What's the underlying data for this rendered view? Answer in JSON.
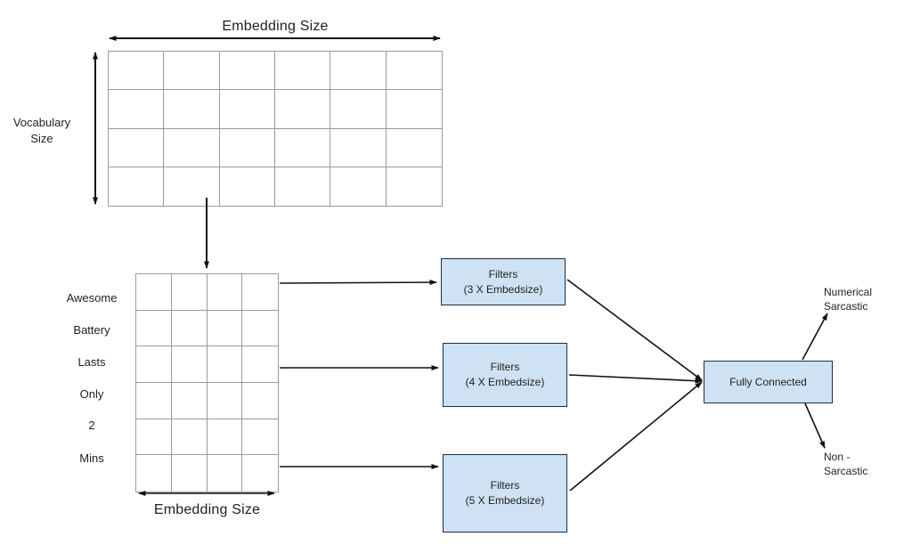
{
  "diagram": {
    "embedding_matrix": {
      "top_label": "Embedding Size",
      "side_label_line1": "Vocabulary",
      "side_label_line2": "Size",
      "cols": 6,
      "rows": 4
    },
    "sentence_matrix": {
      "bottom_label": "Embedding Size",
      "cols": 4,
      "rows": 6,
      "words": [
        "Awesome",
        "Battery",
        "Lasts",
        "Only",
        "2",
        "Mins"
      ]
    },
    "filter_boxes": [
      {
        "title": "Filters",
        "subtitle": "(3 X  Embedsize)"
      },
      {
        "title": "Filters",
        "subtitle": "(4 X  Embedsize)"
      },
      {
        "title": "Filters",
        "subtitle": "(5 X  Embedsize)"
      }
    ],
    "fully_connected_label": "Fully Connected",
    "outputs": {
      "positive_line1": "Numerical",
      "positive_line2": "Sarcastic",
      "negative_line1": "Non -",
      "negative_line2": "Sarcastic"
    },
    "colors": {
      "box_fill": "#cfe2f3",
      "box_border": "#1a2e45",
      "grid_line": "#9a9a9a",
      "arrow": "#111111",
      "background": "#ffffff"
    }
  }
}
